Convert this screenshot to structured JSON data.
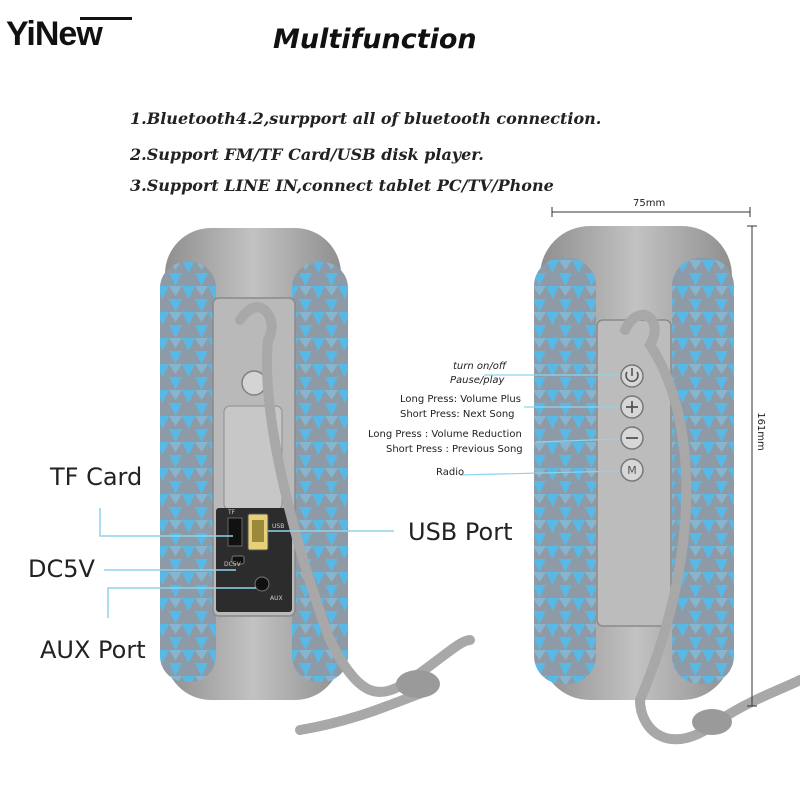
{
  "brand": {
    "logo": "YiNew"
  },
  "header": {
    "title": "Multifunction"
  },
  "features": [
    "1.Bluetooth4.2,surpport all of bluetooth connection.",
    "2.Support FM/TF Card/USB disk player.",
    "3.Support LINE IN,connect tablet PC/TV/Phone"
  ],
  "left_callouts": {
    "tf_card": "TF Card",
    "dc5v": "DC5V",
    "aux_port": "AUX Port",
    "usb_port": "USB Port"
  },
  "port_labels": {
    "usb": "USB",
    "dc": "DC5V",
    "aux": "AUX",
    "tf": "TF"
  },
  "button_callouts": {
    "power_line1": "turn on/off",
    "power_line2": "Pause/play",
    "plus_line1": "Long Press: Volume Plus",
    "plus_line2": "Short Press: Next Song",
    "minus_line1": "Long Press : Volume Reduction",
    "minus_line2": "Short Press : Previous Song",
    "mode": "Radio"
  },
  "button_glyphs": {
    "mode": "M"
  },
  "dimensions": {
    "width": "75mm",
    "height": "161mm"
  },
  "colors": {
    "fabric_blue": "#59b9e6",
    "fabric_grey": "#8e9aa6",
    "body_grey": "#a3a3a3",
    "callout_line": "#8fd3ee"
  },
  "icons": [
    "power-icon",
    "plus-icon",
    "minus-icon",
    "mode-icon",
    "usb-port-icon",
    "tf-slot-icon",
    "dc-port-icon",
    "aux-port-icon"
  ]
}
